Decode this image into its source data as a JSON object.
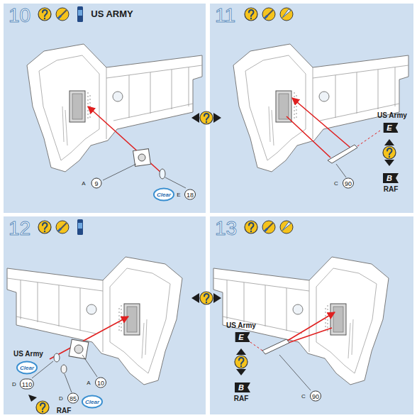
{
  "diagram": {
    "nodes": [
      {
        "text": [
          "10"
        ]
      },
      {
        "text": [
          "11"
        ]
      },
      {
        "text": [
          "12"
        ]
      },
      {
        "text": [
          "13"
        ]
      }
    ],
    "labels": [
      "US ARMY",
      "A",
      "9",
      "Clear",
      "E",
      "18",
      "US Army",
      "E",
      "B",
      "RAF",
      "C",
      "90",
      "US Army",
      "Clear",
      "D",
      "110",
      "D",
      "85",
      "RAF",
      "Clear",
      "A",
      "10",
      "US Army",
      "E",
      "B",
      "RAF",
      "C",
      "90"
    ]
  }
}
